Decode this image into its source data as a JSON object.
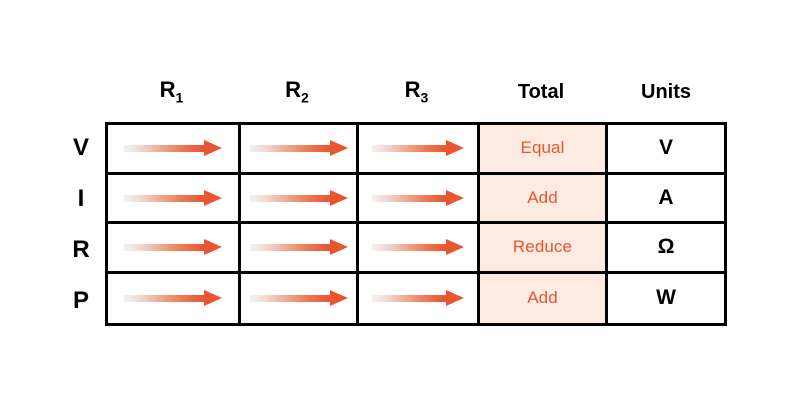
{
  "diagram": {
    "title_visible": false,
    "colors": {
      "arrow_orange": "#E8552F",
      "total_cell_background": "#FDEAE0",
      "total_text": "#E8552F",
      "border": "#000000",
      "page_background": "#FFFFFF"
    },
    "column_headers": [
      {
        "base": "R",
        "sub": "1",
        "name": "r1"
      },
      {
        "base": "R",
        "sub": "2",
        "name": "r2"
      },
      {
        "base": "R",
        "sub": "3",
        "name": "r3"
      },
      {
        "base": "Total",
        "sub": "",
        "name": "total"
      },
      {
        "base": "Units",
        "sub": "",
        "name": "units"
      }
    ],
    "row_labels": [
      "V",
      "I",
      "R",
      "P"
    ],
    "rows": [
      {
        "label": "V",
        "r1": "arrow-right-icon",
        "r2": "arrow-right-icon",
        "r3": "arrow-right-icon",
        "total": "Equal",
        "units": "V"
      },
      {
        "label": "I",
        "r1": "arrow-right-icon",
        "r2": "arrow-right-icon",
        "r3": "arrow-right-icon",
        "total": "Add",
        "units": "A"
      },
      {
        "label": "R",
        "r1": "arrow-right-icon",
        "r2": "arrow-right-icon",
        "r3": "arrow-right-icon",
        "total": "Reduce",
        "units": "Ω"
      },
      {
        "label": "P",
        "r1": "arrow-right-icon",
        "r2": "arrow-right-icon",
        "r3": "arrow-right-icon",
        "total": "Add",
        "units": "W"
      }
    ]
  }
}
